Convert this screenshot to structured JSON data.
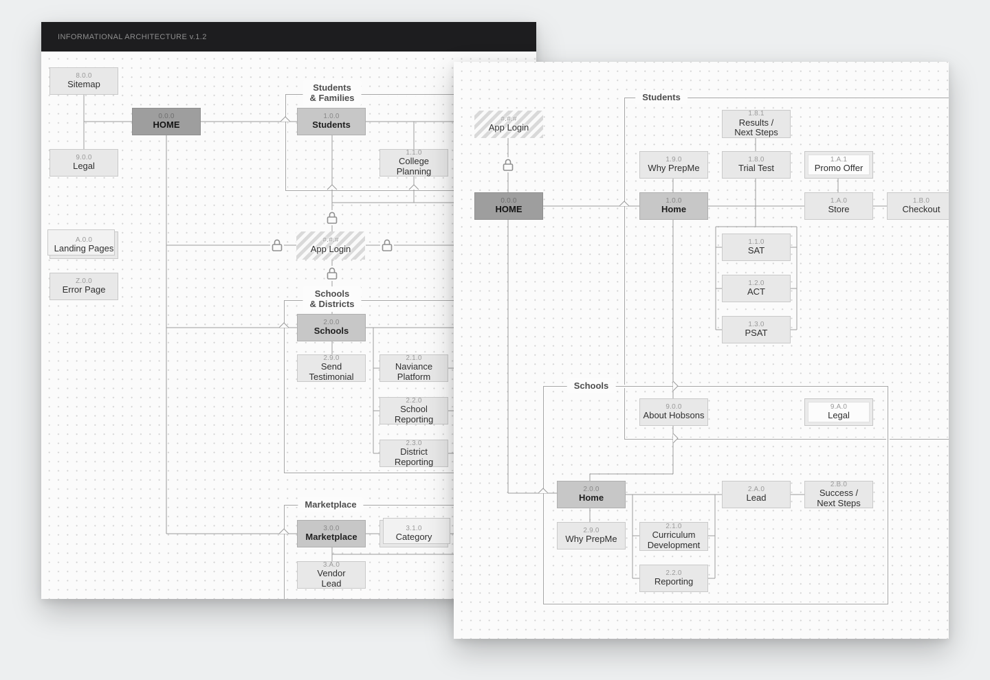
{
  "palette": {
    "page_bg": "#edeff0",
    "panel_bg": "#fbfbfb",
    "header_bg": "#1d1d1f",
    "header_text": "#8f8f8f",
    "node_light": "#e8e8e8",
    "node_medium": "#c7c7c7",
    "node_dark": "#9e9e9e",
    "line": "#9b9b9b"
  },
  "back_panel": {
    "header": {
      "title": "INFORMATIONAL ARCHITECTURE v.1.2"
    },
    "groups": {
      "students_families": {
        "label": "Students\n& Families"
      },
      "schools_districts": {
        "label": "Schools\n& Districts"
      },
      "marketplace": {
        "label": "Marketplace"
      }
    },
    "nodes": {
      "sitemap": {
        "num": "8.0.0",
        "label": "Sitemap"
      },
      "home": {
        "num": "0.0.0",
        "label": "HOME"
      },
      "legal": {
        "num": "9.0.0",
        "label": "Legal"
      },
      "landing_pages": {
        "num": "A.0.0",
        "label": "Landing Pages"
      },
      "error_page": {
        "num": "Z.0.0",
        "label": "Error Page"
      },
      "students": {
        "num": "1.0.0",
        "label": "Students"
      },
      "college_planning": {
        "num": "1.1.0",
        "label": "College Planning"
      },
      "app_login": {
        "num": "#.#.#",
        "label": "App Login"
      },
      "schools": {
        "num": "2.0.0",
        "label": "Schools"
      },
      "send_testimonial": {
        "num": "2.9.0",
        "label": "Send Testimonial"
      },
      "naviance": {
        "num": "2.1.0",
        "label": "Naviance Platform"
      },
      "school_reporting": {
        "num": "2.2.0",
        "label": "School Reporting"
      },
      "district_reporting": {
        "num": "2.3.0",
        "label": "District Reporting"
      },
      "marketplace": {
        "num": "3.0.0",
        "label": "Marketplace"
      },
      "category": {
        "num": "3.1.0",
        "label": "Category"
      },
      "vendor_lead": {
        "num": "3.A.0",
        "label": "Vendor\nLead"
      }
    }
  },
  "front_panel": {
    "groups": {
      "students": {
        "label": "Students"
      },
      "schools": {
        "label": "Schools"
      }
    },
    "nodes": {
      "app_login": {
        "num": "#.#.#",
        "label": "App Login"
      },
      "home": {
        "num": "0.0.0",
        "label": "HOME"
      },
      "why_prepme": {
        "num": "1.9.0",
        "label": "Why PrepMe"
      },
      "students_home": {
        "num": "1.0.0",
        "label": "Home"
      },
      "results_next_steps": {
        "num": "1.8.1",
        "label": "Results /\nNext Steps"
      },
      "trial_test": {
        "num": "1.8.0",
        "label": "Trial Test"
      },
      "promo_offer": {
        "num": "1.A.1",
        "label": "Promo Offer"
      },
      "store": {
        "num": "1.A.0",
        "label": "Store"
      },
      "checkout": {
        "num": "1.B.0",
        "label": "Checkout"
      },
      "sat": {
        "num": "1.1.0",
        "label": "SAT"
      },
      "act": {
        "num": "1.2.0",
        "label": "ACT"
      },
      "psat": {
        "num": "1.3.0",
        "label": "PSAT"
      },
      "about_hobsons": {
        "num": "9.0.0",
        "label": "About Hobsons"
      },
      "legal": {
        "num": "9.A.0",
        "label": "Legal"
      },
      "schools_home": {
        "num": "2.0.0",
        "label": "Home"
      },
      "schools_why_prepme": {
        "num": "2.9.0",
        "label": "Why PrepMe"
      },
      "curriculum": {
        "num": "2.1.0",
        "label": "Curriculum\nDevelopment"
      },
      "reporting": {
        "num": "2.2.0",
        "label": "Reporting"
      },
      "lead": {
        "num": "2.A.0",
        "label": "Lead"
      },
      "success_next_steps": {
        "num": "2.B.0",
        "label": "Success /\nNext Steps"
      }
    }
  }
}
